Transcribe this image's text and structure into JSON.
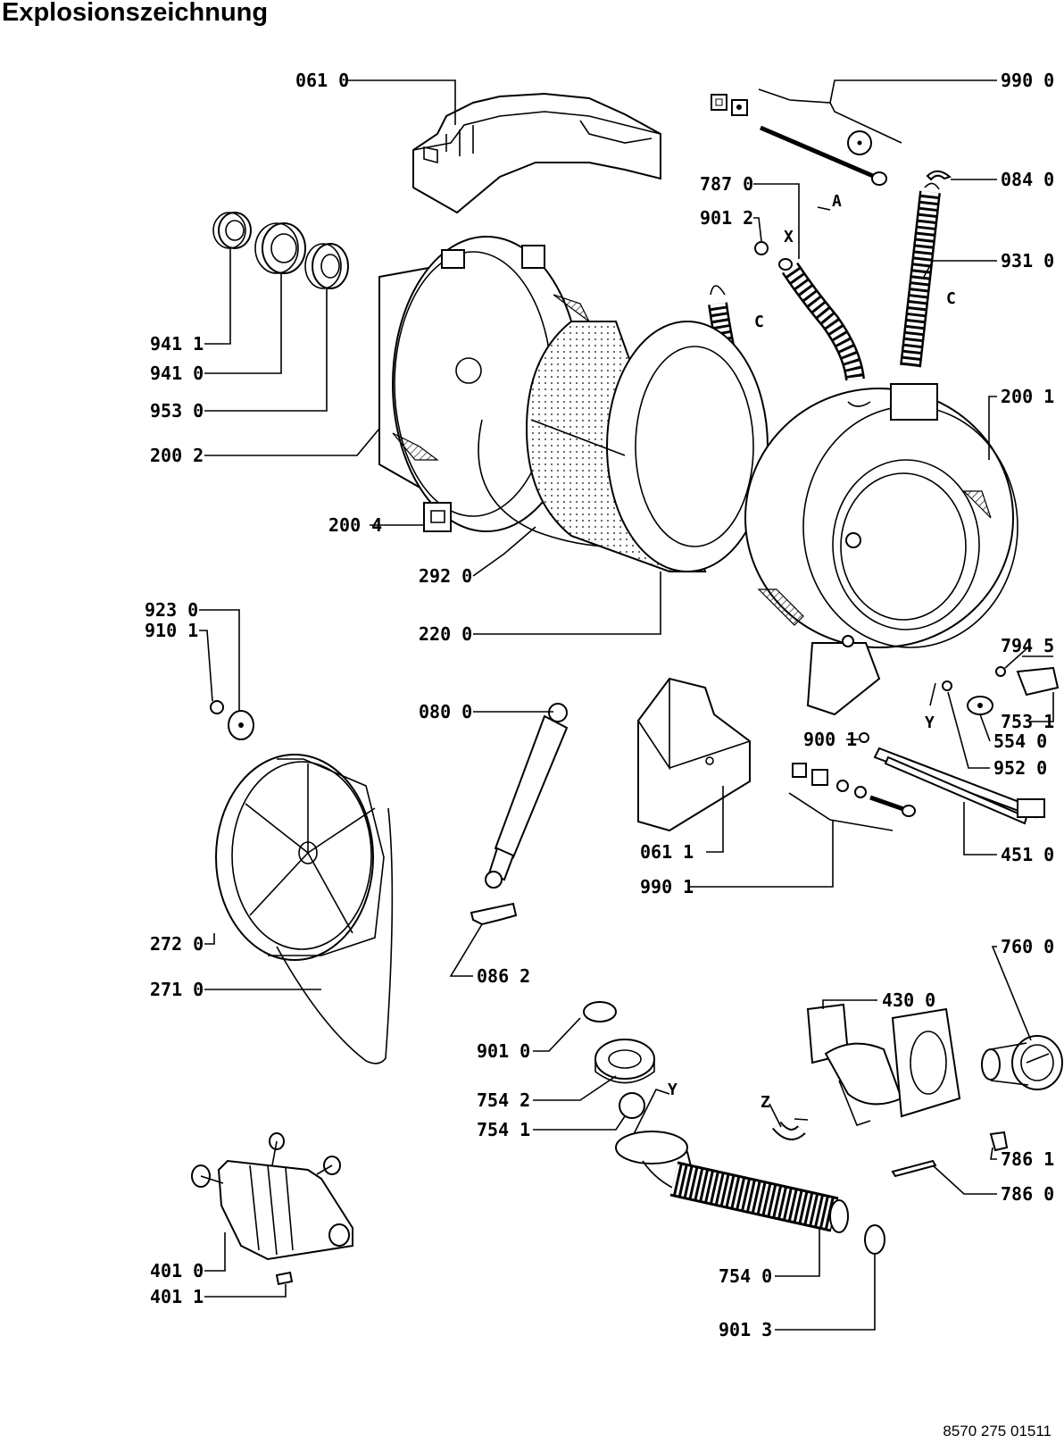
{
  "title": "Explosionszeichnung",
  "document_number": "8570 275 01511",
  "part_labels": {
    "l0610": "061 0",
    "l9900": "990 0",
    "l0840": "084 0",
    "l7870": "787 0",
    "l9012": "901 2",
    "l9310": "931 0",
    "l9411": "941 1",
    "l9410": "941 0",
    "l9530": "953 0",
    "l2002": "200 2",
    "l2001": "200 1",
    "l2004": "200 4",
    "l2920": "292 0",
    "l2200": "220 0",
    "l9230": "923 0",
    "l9101": "910 1",
    "l0800": "080 0",
    "l7945": "794 5",
    "l7531": "753 1",
    "l9001": "900 1",
    "l5540": "554 0",
    "l9520": "952 0",
    "l0611": "061 1",
    "l4510": "451 0",
    "l9901": "990 1",
    "l2720": "272 0",
    "l0862": "086 2",
    "l2710": "271 0",
    "l7600": "760 0",
    "l4300": "430 0",
    "l9010": "901 0",
    "l7542": "754 2",
    "l7541": "754 1",
    "l7861": "786 1",
    "l7860": "786 0",
    "l4010": "401 0",
    "l4011": "401 1",
    "l7540": "754 0",
    "l9013": "901 3"
  },
  "marker_letters": {
    "A": "A",
    "X": "X",
    "C1": "C",
    "C2": "C",
    "Y1": "Y",
    "Y2": "Y",
    "Z": "Z"
  }
}
